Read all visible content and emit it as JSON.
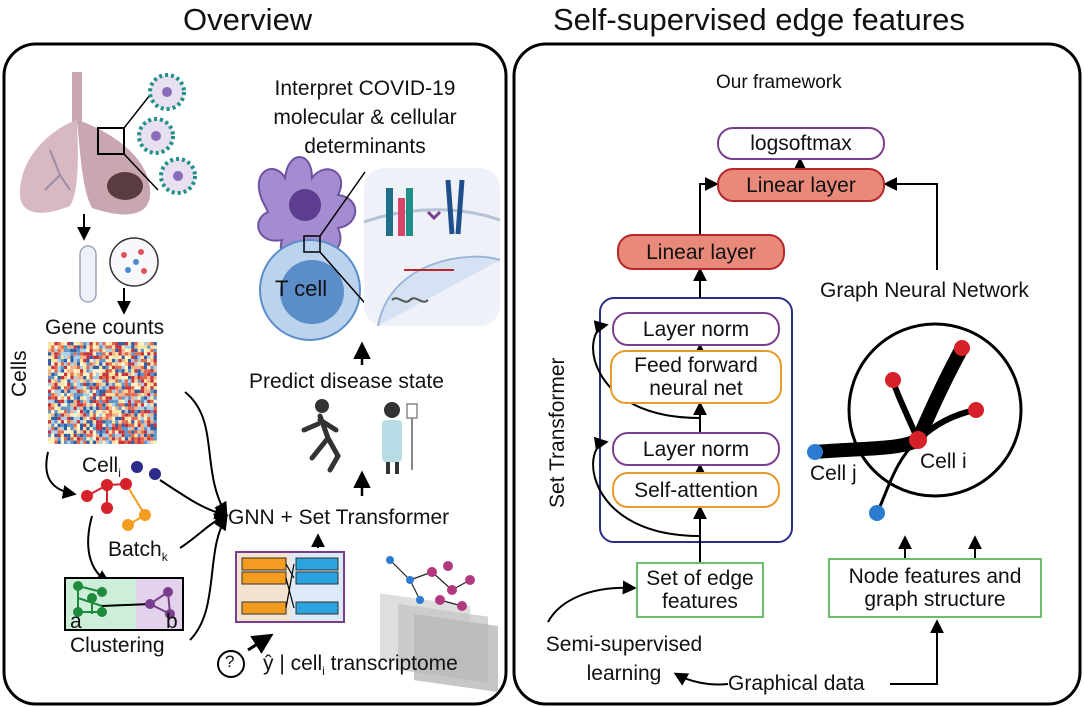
{
  "left_panel": {
    "title": "Overview",
    "gene_counts": "Gene counts",
    "cells": "Cells",
    "cell_label": "Cell",
    "cell_sub": "i",
    "batch_label": "Batch",
    "batch_sub": "k",
    "cluster_a": "a",
    "cluster_b": "b",
    "clustering": "Clustering",
    "interpret": [
      "Interpret COVID-19",
      "molecular & cellular",
      "determinants"
    ],
    "t_cell": "T cell",
    "predict": "Predict disease state",
    "gnn_set": "GNN + Set Transformer",
    "question": "?",
    "prediction_prefix": "ŷ | cell",
    "prediction_sub": "i",
    "prediction_suffix": " transcriptome"
  },
  "right_panel": {
    "title": "Self-supervised edge features",
    "framework": "Our framework",
    "logsoftmax": "logsoftmax",
    "linear_top": "Linear layer",
    "linear_mid": "Linear layer",
    "gnn": "Graph Neural Network",
    "set_transformer": "Set Transformer",
    "layer_norm_top": "Layer norm",
    "feed_forward": [
      "Feed forward",
      "neural net"
    ],
    "layer_norm_bottom": "Layer norm",
    "self_attention": "Self-attention",
    "set_edges": [
      "Set of edge",
      "features"
    ],
    "node_features": [
      "Node features and",
      "graph structure"
    ],
    "cell_j": "Cell j",
    "cell_i": "Cell i",
    "semi_supervised": [
      "Semi-supervised",
      "learning"
    ],
    "graphical_data": "Graphical data"
  },
  "colors": {
    "purple": "#7a3e8e",
    "orange": "#e89a2a",
    "red_fill": "#e8897a",
    "red_border": "#b5282c",
    "green": "#6bbf6b",
    "navy": "#2a2f8a",
    "node_red": "#d6202a",
    "node_blue": "#2b7bd0",
    "node_orange": "#f39c1f",
    "node_navy": "#2c2c8a",
    "lung": "#c9a7b1",
    "virus": "#1f8f8a",
    "cell_purple": "#8a6bb8",
    "tcell_blue": "#5b8ec9"
  },
  "icons": [
    "lungs-icon",
    "virus-icon",
    "test-tube-icon",
    "heatmap-icon",
    "dendritic-cell-icon",
    "t-cell-icon",
    "receptor-icon",
    "runner-icon",
    "patient-icon",
    "set-transformer-icon",
    "gnn-layers-icon"
  ]
}
